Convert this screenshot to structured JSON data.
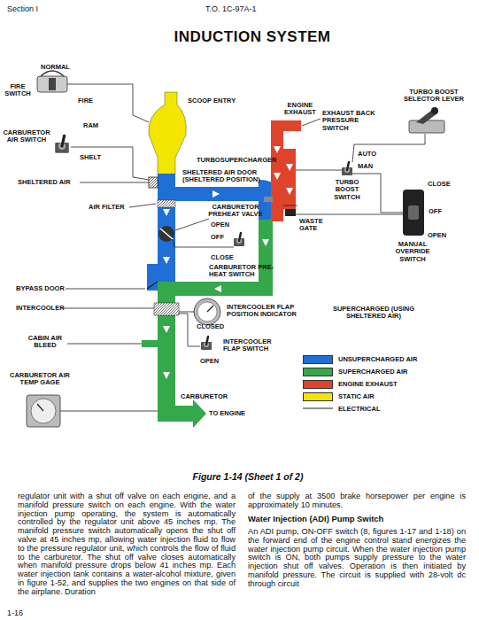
{
  "diagram": {
    "title": "INDUCTION SYSTEM",
    "caption": "Figure 1-14 (Sheet 1 of 2)",
    "labels": [
      "Section I",
      "T.O. 1C-97A-1",
      "NORMAL",
      "FIRE SWITCH",
      "FIRE",
      "SCOOP ENTRY",
      "ENGINE EXHAUST",
      "EXHAUST BACK PRESSURE SWITCH",
      "TURBO BOOST SELECTOR LEVER",
      "RAM",
      "CARBURETOR AIR SWITCH",
      "SHELT",
      "TURBOSUPERCHARGER",
      "AUTO",
      "MAN",
      "SHELTERED AIR",
      "SHELTERED AIR DOOR (SHELTERED POSITION)",
      "TURBO BOOST SWITCH",
      "CLOSE",
      "AIR FILTER",
      "CARBURETOR PREHEAT VALVE",
      "WASTE GATE",
      "OFF",
      "OPEN",
      "OFF",
      "CLOSE",
      "CARBURETOR PRE-HEAT SWITCH",
      "OPEN",
      "MANUAL OVERRIDE SWITCH",
      "BYPASS DOOR",
      "INTERCOOLER",
      "INTERCOOLER FLAP POSITION INDICATOR",
      "SUPERCHARGED (USING SHELTERED AIR)",
      "CABIN AIR BLEED",
      "CLOSED",
      "INTERCOOLER FLAP SWITCH",
      "OPEN",
      "CARBURETOR AIR TEMP GAGE",
      "CARBURETOR",
      "TO ENGINE",
      "regulator unit with a shut off valve on each engine, and a manifold pressure switch on each engine. With the water injection pump operating, the system is automatically controlled by the regulator unit above 45 inches mp. The manifold pressure switch automatically opens the shut off valve at 45 inches mp, allowing water injection fluid to flow to the pressure regulator unit, which controls the flow of fluid to the carburetor. The shut off valve closes automatically when manifold pressure drops below 41 inches mp. Each water injection tank contains a water-alcohol mixture, given in figure 1-52, and supplies the two engines on that side of the airplane. Duration",
      "of the supply at 3500 brake horsepower per engine is approximately 10 minutes.",
      "Water Injection (ADI) Pump Switch",
      "An ADI pump, ON-OFF switch (8, figures 1-17 and 1-18) on the forward end of the engine control stand energizes the water injection pump circuit. When the water injection pump switch is ON, both pumps supply pressure to the water injection shut off valves. Operation is then initiated by manifold pressure. The circuit is supplied with 28-volt dc through circuit",
      "1-16"
    ],
    "legend": [
      {
        "text": "UNSUPERCHARGED AIR",
        "color": "#1f6fd6"
      },
      {
        "text": "SUPERCHARGED AIR",
        "color": "#34a84a"
      },
      {
        "text": "ENGINE EXHAUST",
        "color": "#e0432b"
      },
      {
        "text": "STATIC AIR",
        "color": "#f2e600"
      },
      {
        "text": "ELECTRICAL"
      }
    ]
  }
}
